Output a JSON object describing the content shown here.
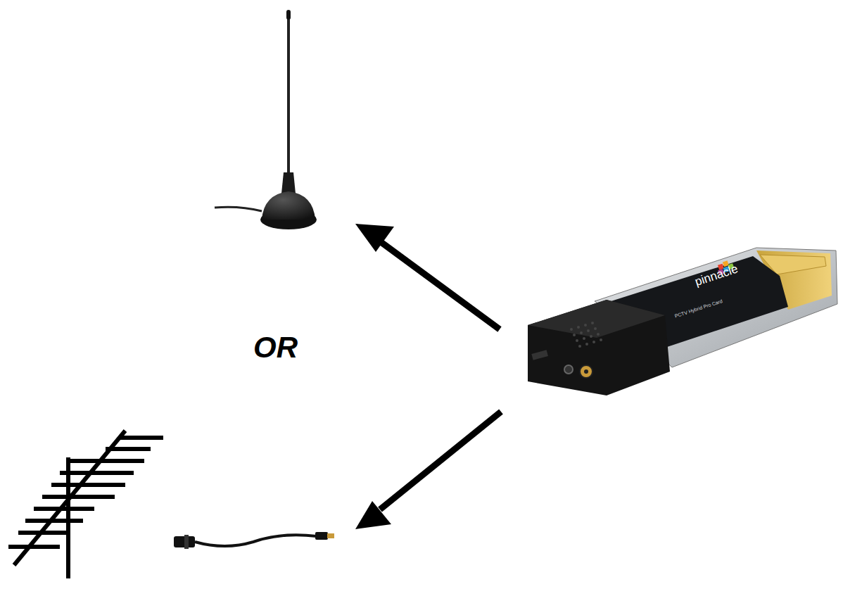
{
  "diagram": {
    "labels": [
      "OR",
      "pinnacle",
      "PCTV Hybrid Pro Card"
    ]
  }
}
